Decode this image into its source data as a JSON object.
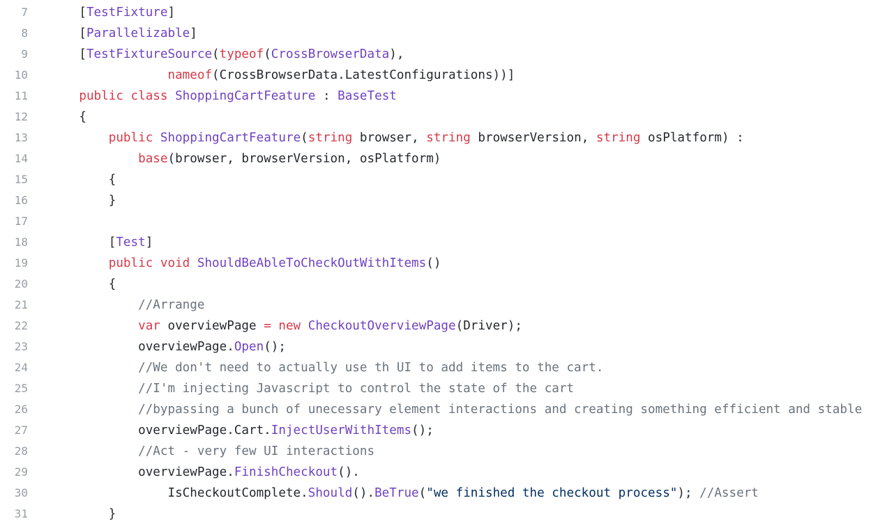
{
  "editor": {
    "colors": {
      "background": "#ffffff",
      "line_number": "#959da5",
      "plain": "#24292e",
      "keyword": "#d73a49",
      "entity": "#6f42c1",
      "comment": "#6a737d",
      "string": "#032f62"
    },
    "lines": [
      {
        "number": "7",
        "tokens": [
          {
            "t": "    [",
            "k": "plain"
          },
          {
            "t": "TestFixture",
            "k": "entity"
          },
          {
            "t": "]",
            "k": "plain"
          }
        ]
      },
      {
        "number": "8",
        "tokens": [
          {
            "t": "    [",
            "k": "plain"
          },
          {
            "t": "Parallelizable",
            "k": "entity"
          },
          {
            "t": "]",
            "k": "plain"
          }
        ]
      },
      {
        "number": "9",
        "tokens": [
          {
            "t": "    [",
            "k": "plain"
          },
          {
            "t": "TestFixtureSource",
            "k": "entity"
          },
          {
            "t": "(",
            "k": "plain"
          },
          {
            "t": "typeof",
            "k": "keyword"
          },
          {
            "t": "(",
            "k": "plain"
          },
          {
            "t": "CrossBrowserData",
            "k": "entity"
          },
          {
            "t": "),",
            "k": "plain"
          }
        ]
      },
      {
        "number": "10",
        "tokens": [
          {
            "t": "                ",
            "k": "plain"
          },
          {
            "t": "nameof",
            "k": "keyword"
          },
          {
            "t": "(CrossBrowserData.LatestConfigurations))]",
            "k": "plain"
          }
        ]
      },
      {
        "number": "11",
        "tokens": [
          {
            "t": "    ",
            "k": "plain"
          },
          {
            "t": "public",
            "k": "keyword"
          },
          {
            "t": " ",
            "k": "plain"
          },
          {
            "t": "class",
            "k": "keyword"
          },
          {
            "t": " ",
            "k": "plain"
          },
          {
            "t": "ShoppingCartFeature",
            "k": "entity"
          },
          {
            "t": " : ",
            "k": "plain"
          },
          {
            "t": "BaseTest",
            "k": "entity"
          }
        ]
      },
      {
        "number": "12",
        "tokens": [
          {
            "t": "    {",
            "k": "plain"
          }
        ]
      },
      {
        "number": "13",
        "tokens": [
          {
            "t": "        ",
            "k": "plain"
          },
          {
            "t": "public",
            "k": "keyword"
          },
          {
            "t": " ",
            "k": "plain"
          },
          {
            "t": "ShoppingCartFeature",
            "k": "entity"
          },
          {
            "t": "(",
            "k": "plain"
          },
          {
            "t": "string",
            "k": "keyword"
          },
          {
            "t": " browser, ",
            "k": "plain"
          },
          {
            "t": "string",
            "k": "keyword"
          },
          {
            "t": " browserVersion, ",
            "k": "plain"
          },
          {
            "t": "string",
            "k": "keyword"
          },
          {
            "t": " osPlatform) :",
            "k": "plain"
          }
        ]
      },
      {
        "number": "14",
        "tokens": [
          {
            "t": "            ",
            "k": "plain"
          },
          {
            "t": "base",
            "k": "keyword"
          },
          {
            "t": "(browser, browserVersion, osPlatform)",
            "k": "plain"
          }
        ]
      },
      {
        "number": "15",
        "tokens": [
          {
            "t": "        {",
            "k": "plain"
          }
        ]
      },
      {
        "number": "16",
        "tokens": [
          {
            "t": "        }",
            "k": "plain"
          }
        ]
      },
      {
        "number": "17",
        "tokens": []
      },
      {
        "number": "18",
        "tokens": [
          {
            "t": "        [",
            "k": "plain"
          },
          {
            "t": "Test",
            "k": "entity"
          },
          {
            "t": "]",
            "k": "plain"
          }
        ]
      },
      {
        "number": "19",
        "tokens": [
          {
            "t": "        ",
            "k": "plain"
          },
          {
            "t": "public",
            "k": "keyword"
          },
          {
            "t": " ",
            "k": "plain"
          },
          {
            "t": "void",
            "k": "keyword"
          },
          {
            "t": " ",
            "k": "plain"
          },
          {
            "t": "ShouldBeAbleToCheckOutWithItems",
            "k": "entity"
          },
          {
            "t": "()",
            "k": "plain"
          }
        ]
      },
      {
        "number": "20",
        "tokens": [
          {
            "t": "        {",
            "k": "plain"
          }
        ]
      },
      {
        "number": "21",
        "tokens": [
          {
            "t": "            ",
            "k": "plain"
          },
          {
            "t": "//Arrange",
            "k": "comment"
          }
        ]
      },
      {
        "number": "22",
        "tokens": [
          {
            "t": "            ",
            "k": "plain"
          },
          {
            "t": "var",
            "k": "keyword"
          },
          {
            "t": " overviewPage ",
            "k": "plain"
          },
          {
            "t": "=",
            "k": "keyword"
          },
          {
            "t": " ",
            "k": "plain"
          },
          {
            "t": "new",
            "k": "keyword"
          },
          {
            "t": " ",
            "k": "plain"
          },
          {
            "t": "CheckoutOverviewPage",
            "k": "entity"
          },
          {
            "t": "(Driver);",
            "k": "plain"
          }
        ]
      },
      {
        "number": "23",
        "tokens": [
          {
            "t": "            overviewPage.",
            "k": "plain"
          },
          {
            "t": "Open",
            "k": "entity"
          },
          {
            "t": "();",
            "k": "plain"
          }
        ]
      },
      {
        "number": "24",
        "tokens": [
          {
            "t": "            ",
            "k": "plain"
          },
          {
            "t": "//We don't need to actually use th UI to add items to the cart.",
            "k": "comment"
          }
        ]
      },
      {
        "number": "25",
        "tokens": [
          {
            "t": "            ",
            "k": "plain"
          },
          {
            "t": "//I'm injecting Javascript to control the state of the cart",
            "k": "comment"
          }
        ]
      },
      {
        "number": "26",
        "tokens": [
          {
            "t": "            ",
            "k": "plain"
          },
          {
            "t": "//bypassing a bunch of unecessary element interactions and creating something efficient and stable",
            "k": "comment"
          }
        ]
      },
      {
        "number": "27",
        "tokens": [
          {
            "t": "            overviewPage.Cart.",
            "k": "plain"
          },
          {
            "t": "InjectUserWithItems",
            "k": "entity"
          },
          {
            "t": "();",
            "k": "plain"
          }
        ]
      },
      {
        "number": "28",
        "tokens": [
          {
            "t": "            ",
            "k": "plain"
          },
          {
            "t": "//Act - very few UI interactions",
            "k": "comment"
          }
        ]
      },
      {
        "number": "29",
        "tokens": [
          {
            "t": "            overviewPage.",
            "k": "plain"
          },
          {
            "t": "FinishCheckout",
            "k": "entity"
          },
          {
            "t": "().",
            "k": "plain"
          }
        ]
      },
      {
        "number": "30",
        "tokens": [
          {
            "t": "                IsCheckoutComplete.",
            "k": "plain"
          },
          {
            "t": "Should",
            "k": "entity"
          },
          {
            "t": "().",
            "k": "plain"
          },
          {
            "t": "BeTrue",
            "k": "entity"
          },
          {
            "t": "(",
            "k": "plain"
          },
          {
            "t": "\"we finished the checkout process\"",
            "k": "string"
          },
          {
            "t": "); ",
            "k": "plain"
          },
          {
            "t": "//Assert",
            "k": "comment"
          }
        ]
      },
      {
        "number": "31",
        "tokens": [
          {
            "t": "        }",
            "k": "plain"
          }
        ]
      }
    ]
  }
}
